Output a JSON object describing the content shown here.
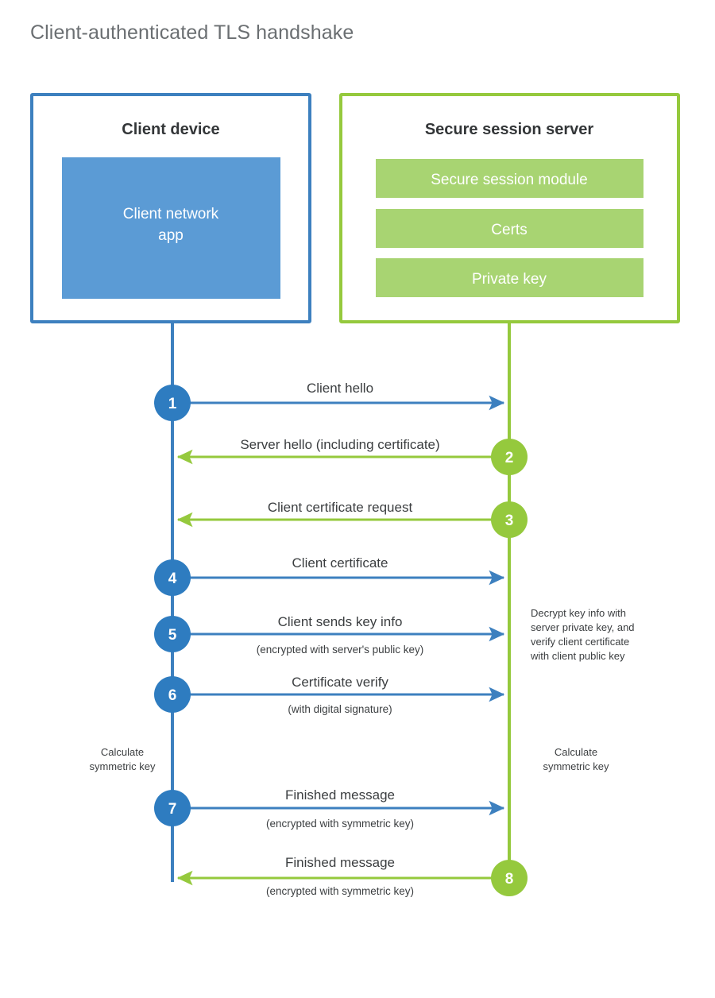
{
  "title": "Client-authenticated TLS handshake",
  "colors": {
    "client_blue": "#3d80bf",
    "client_fill": "#5b9bd5",
    "client_circle": "#2e7cc0",
    "server_green": "#95c93d",
    "server_fill": "#a8d472",
    "title_gray": "#6b6f72",
    "text_dark": "#3b3e40",
    "background": "#ffffff"
  },
  "participants": {
    "client": {
      "title": "Client device",
      "blocks": [
        {
          "label_line1": "Client network",
          "label_line2": "app"
        }
      ]
    },
    "server": {
      "title": "Secure session server",
      "blocks": [
        {
          "label": "Secure session module"
        },
        {
          "label": "Certs"
        },
        {
          "label": "Private key"
        }
      ]
    }
  },
  "steps": [
    {
      "number": "1",
      "direction": "client-to-server",
      "label": "Client hello",
      "sublabel": ""
    },
    {
      "number": "2",
      "direction": "server-to-client",
      "label": "Server hello (including certificate)",
      "sublabel": ""
    },
    {
      "number": "3",
      "direction": "server-to-client",
      "label": "Client certificate request",
      "sublabel": ""
    },
    {
      "number": "4",
      "direction": "client-to-server",
      "label": "Client certificate",
      "sublabel": ""
    },
    {
      "number": "5",
      "direction": "client-to-server",
      "label": "Client sends key info",
      "sublabel": "(encrypted with server's public key)"
    },
    {
      "number": "6",
      "direction": "client-to-server",
      "label": "Certificate verify",
      "sublabel": "(with digital signature)"
    },
    {
      "number": "7",
      "direction": "client-to-server",
      "label": "Finished message",
      "sublabel": "(encrypted with symmetric key)"
    },
    {
      "number": "8",
      "direction": "server-to-client",
      "label": "Finished message",
      "sublabel": "(encrypted with symmetric key)"
    }
  ],
  "notes": {
    "server_decrypt": {
      "line1": "Decrypt key info with",
      "line2": "server private key, and",
      "line3": "verify client certificate",
      "line4": "with client public key"
    },
    "client_calculate": {
      "line1": "Calculate",
      "line2": "symmetric key"
    },
    "server_calculate": {
      "line1": "Calculate",
      "line2": "symmetric key"
    }
  }
}
